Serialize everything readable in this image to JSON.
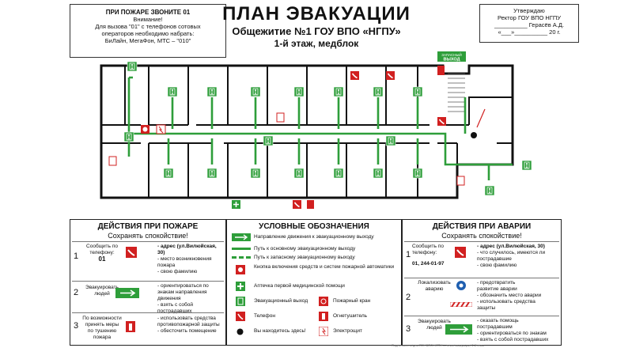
{
  "fire_note": {
    "title": "ПРИ ПОЖАРЕ ЗВОНИТЕ 01",
    "line1": "Внимание!",
    "line2": "Для вызова \"01\" с телефонов сотовых",
    "line3": "операторов необходимо набрать:",
    "line4": "БиЛайн, МегаФон, МТС – \"010\""
  },
  "header": {
    "title": "ПЛАН ЭВАКУАЦИИ",
    "subtitle": "Общежитие №1 ГОУ ВПО «НГПУ»",
    "floor": "1-й этаж, медблок"
  },
  "approval": {
    "line1": "Утверждаю",
    "line2": "Ректор ГОУ ВПО НГПУ",
    "line3": "__________ Герасёв А.Д.",
    "line4": "«___»__________ 20    г."
  },
  "plan": {
    "spare_exit_label1": "ЗАПАСНЫЙ",
    "spare_exit_label2": "ВЫХОД",
    "colors": {
      "route": "#2e9e3a",
      "fire": "#d12020",
      "wall": "#111"
    }
  },
  "fire_actions": {
    "title": "ДЕЙСТВИЯ ПРИ ПОЖАРЕ",
    "subtitle": "Сохранять спокойствие!",
    "steps": [
      {
        "num": "1",
        "left_a": "Сообщить по",
        "left_b": "телефону:",
        "left_c": "01",
        "right": [
          "- адрес (ул.Вилюйская, 30)",
          "- место возникновения пожара",
          "- свою фамилию"
        ]
      },
      {
        "num": "2",
        "left_a": "Эвакуировать",
        "left_b": "людей",
        "left_c": "",
        "right": [
          "- ориентироваться по",
          "  знакам направления",
          "  движения",
          "- взять с собой пострадавших"
        ]
      },
      {
        "num": "3",
        "left_a": "По возможности",
        "left_b": "принять меры",
        "left_c": "по тушению пожара",
        "right": [
          "- использовать средства",
          "  противопожарной защиты",
          "- обесточить помещение"
        ]
      }
    ]
  },
  "legend": {
    "title": "УСЛОВНЫЕ ОБОЗНАЧЕНИЯ",
    "items": {
      "direction": "Направление движения к эвакуационному выходу",
      "main_exit": "Путь к основному эвакуационному выходу",
      "spare_exit": "Путь к запасному эвакуационному выходу",
      "button": "Кнопка включения средств и систем пожарной автоматики",
      "aid": "Аптечка первой медицинской помощи",
      "evac_exit": "Эвакуационный выход",
      "hydrant": "Пожарный кран",
      "phone": "Телефон",
      "extinguisher": "Огнетушитель",
      "here": "Вы находитесь здесь!",
      "panel": "Электрощит"
    }
  },
  "accident_actions": {
    "title": "ДЕЙСТВИЯ ПРИ АВАРИИ",
    "subtitle": "Сохранять спокойствие!",
    "steps": [
      {
        "num": "1",
        "left_a": "Сообщить по",
        "left_b": "телефону:",
        "left_c": "01, 244-01-97",
        "right": [
          "- адрес (ул.Вилюйская, 30)",
          "- что случилось, имеются ли",
          "  пострадавшие",
          "- свою фамилию"
        ]
      },
      {
        "num": "2",
        "left_a": "Локализовать",
        "left_b": "аварию",
        "left_c": "",
        "right": [
          "- предотвратить",
          "  развитие аварии",
          "- обозначить место аварии",
          "- использовать средства",
          "  защиты"
        ]
      },
      {
        "num": "3",
        "left_a": "Эвакуировать",
        "left_b": "людей",
        "left_c": "",
        "right": [
          "- оказать помощь",
          "  пострадавшим",
          "- ориентироваться по знакам",
          "- взять с собой пострадавших"
        ]
      }
    ]
  },
  "footer": {
    "text": "Подготовлено для ГОУ ВПО НГПУ — план эвакуации, 1-й этаж"
  }
}
